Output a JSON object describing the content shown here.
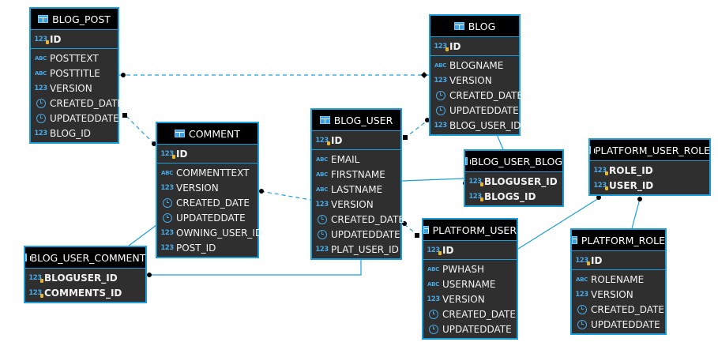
{
  "tables": [
    {
      "key": "blog_post",
      "name": "BLOG_POST",
      "pk": [
        {
          "type": "num",
          "name": "ID"
        }
      ],
      "cols": [
        {
          "type": "abc",
          "name": "POSTTEXT"
        },
        {
          "type": "abc",
          "name": "POSTTITLE"
        },
        {
          "type": "num",
          "name": "VERSION"
        },
        {
          "type": "date",
          "name": "CREATED_DATE"
        },
        {
          "type": "date",
          "name": "UPDATEDDATE"
        },
        {
          "type": "num",
          "name": "BLOG_ID"
        }
      ]
    },
    {
      "key": "comment",
      "name": "COMMENT",
      "pk": [
        {
          "type": "num",
          "name": "ID"
        }
      ],
      "cols": [
        {
          "type": "abc",
          "name": "COMMENTTEXT"
        },
        {
          "type": "num",
          "name": "VERSION"
        },
        {
          "type": "date",
          "name": "CREATED_DATE"
        },
        {
          "type": "date",
          "name": "UPDATEDDATE"
        },
        {
          "type": "num",
          "name": "OWNING_USER_ID"
        },
        {
          "type": "num",
          "name": "POST_ID"
        }
      ]
    },
    {
      "key": "blog_user_comment",
      "name": "BLOG_USER_COMMENT",
      "pk": [
        {
          "type": "num",
          "name": "BLOGUSER_ID"
        },
        {
          "type": "num",
          "name": "COMMENTS_ID"
        }
      ],
      "cols": []
    },
    {
      "key": "blog_user",
      "name": "BLOG_USER",
      "pk": [
        {
          "type": "num",
          "name": "ID"
        }
      ],
      "cols": [
        {
          "type": "abc",
          "name": "EMAIL"
        },
        {
          "type": "abc",
          "name": "FIRSTNAME"
        },
        {
          "type": "abc",
          "name": "LASTNAME"
        },
        {
          "type": "num",
          "name": "VERSION"
        },
        {
          "type": "date",
          "name": "CREATED_DATE"
        },
        {
          "type": "date",
          "name": "UPDATEDDATE"
        },
        {
          "type": "num",
          "name": "PLAT_USER_ID"
        }
      ]
    },
    {
      "key": "blog",
      "name": "BLOG",
      "pk": [
        {
          "type": "num",
          "name": "ID"
        }
      ],
      "cols": [
        {
          "type": "abc",
          "name": "BLOGNAME"
        },
        {
          "type": "num",
          "name": "VERSION"
        },
        {
          "type": "date",
          "name": "CREATED_DATE"
        },
        {
          "type": "date",
          "name": "UPDATEDDATE"
        },
        {
          "type": "num",
          "name": "BLOG_USER_ID"
        }
      ]
    },
    {
      "key": "blog_user_blog",
      "name": "BLOG_USER_BLOG",
      "pk": [
        {
          "type": "num",
          "name": "BLOGUSER_ID"
        },
        {
          "type": "num",
          "name": "BLOGS_ID"
        }
      ],
      "cols": []
    },
    {
      "key": "platform_user",
      "name": "PLATFORM_USER",
      "pk": [
        {
          "type": "num",
          "name": "ID"
        }
      ],
      "cols": [
        {
          "type": "abc",
          "name": "PWHASH"
        },
        {
          "type": "abc",
          "name": "USERNAME"
        },
        {
          "type": "num",
          "name": "VERSION"
        },
        {
          "type": "date",
          "name": "CREATED_DATE"
        },
        {
          "type": "date",
          "name": "UPDATEDDATE"
        }
      ]
    },
    {
      "key": "platform_user_role",
      "name": "PLATFORM_USER_ROLE",
      "pk": [
        {
          "type": "num",
          "name": "ROLE_ID"
        },
        {
          "type": "num",
          "name": "USER_ID"
        }
      ],
      "cols": []
    },
    {
      "key": "platform_role",
      "name": "PLATFORM_ROLE",
      "pk": [
        {
          "type": "num",
          "name": "ID"
        }
      ],
      "cols": [
        {
          "type": "abc",
          "name": "ROLENAME"
        },
        {
          "type": "num",
          "name": "VERSION"
        },
        {
          "type": "date",
          "name": "CREATED_DATE"
        },
        {
          "type": "date",
          "name": "UPDATEDDATE"
        }
      ]
    }
  ],
  "relationships": [
    {
      "from": "blog_post",
      "to": "blog",
      "style": "dashed"
    },
    {
      "from": "comment",
      "to": "blog_post",
      "style": "dashed"
    },
    {
      "from": "comment",
      "to": "blog_user",
      "style": "dashed"
    },
    {
      "from": "blog_user_comment",
      "to": "comment",
      "style": "solid"
    },
    {
      "from": "blog_user_comment",
      "to": "blog_user",
      "style": "solid"
    },
    {
      "from": "blog_user",
      "to": "blog",
      "style": "dashed"
    },
    {
      "from": "blog_user",
      "to": "platform_user",
      "style": "dashed"
    },
    {
      "from": "blog_user_blog",
      "to": "blog",
      "style": "solid"
    },
    {
      "from": "blog_user_blog",
      "to": "blog_user",
      "style": "solid"
    },
    {
      "from": "platform_user_role",
      "to": "platform_user",
      "style": "solid"
    },
    {
      "from": "platform_user_role",
      "to": "platform_role",
      "style": "solid"
    }
  ],
  "colors": {
    "border": "#1a9fdc",
    "body": "#2f2f2f",
    "header": "#000000",
    "line": "#1a9fdc",
    "text": "#f2f2f2"
  }
}
